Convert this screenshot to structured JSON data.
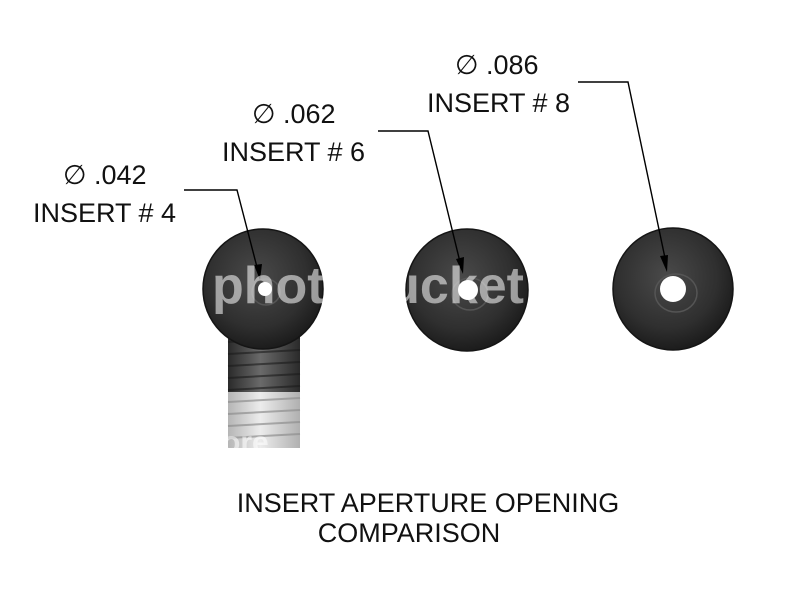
{
  "inserts": [
    {
      "diameter": "∅ .042",
      "label": "INSERT # 4"
    },
    {
      "diameter": "∅ .062",
      "label": "INSERT # 6"
    },
    {
      "diameter": "∅ .086",
      "label": "INSERT # 8"
    }
  ],
  "caption": {
    "line1": "INSERT APERTURE OPENING",
    "line2": "COMPARISON"
  },
  "watermark": {
    "brand": "photobucket",
    "fragment": "ore"
  },
  "colors": {
    "washer": "#2b2b2b",
    "washer_edge": "#3a3a3a",
    "thread_dark": "#3c3c3c",
    "thread_light": "#cfcfcf"
  }
}
